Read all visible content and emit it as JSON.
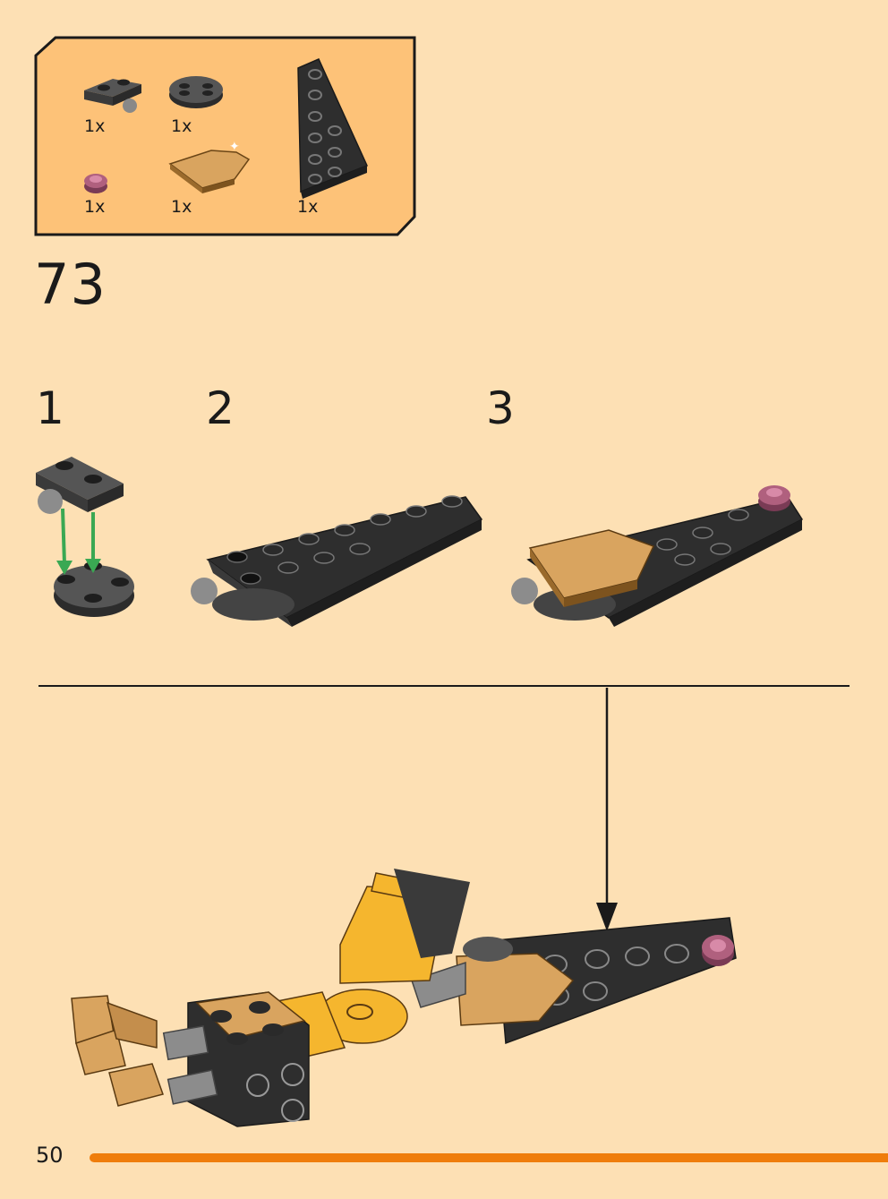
{
  "parts_list": {
    "items": [
      {
        "name": "dark grey plate 1x2 with ball",
        "color": "#3a3a3a",
        "qty": "1x"
      },
      {
        "name": "dark grey round plate 2x2",
        "color": "#3a3a3a",
        "qty": "1x"
      },
      {
        "name": "dark grey wedge plate 3x6",
        "color": "#2c2c2c",
        "qty": "1x"
      },
      {
        "name": "pink round plate 1x1",
        "color": "#b0607e",
        "qty": "1x"
      },
      {
        "name": "gold tile 2x3 pentagonal",
        "color": "#d8a262",
        "qty": "1x"
      }
    ]
  },
  "step": {
    "number": "73"
  },
  "substeps": [
    {
      "number": "1"
    },
    {
      "number": "2"
    },
    {
      "number": "3"
    }
  ],
  "page": {
    "number": "50"
  },
  "colors": {
    "background": "#fde0b4",
    "parts_box": "#fdc278",
    "accent": "#ef7d0c",
    "arrow_green": "#3aa853",
    "brick_dark": "#2f2f2f",
    "brick_grey": "#8c8c8c",
    "brick_gold": "#d9a45f",
    "brick_yellow": "#f5b62e",
    "brick_pink": "#b0607e"
  }
}
